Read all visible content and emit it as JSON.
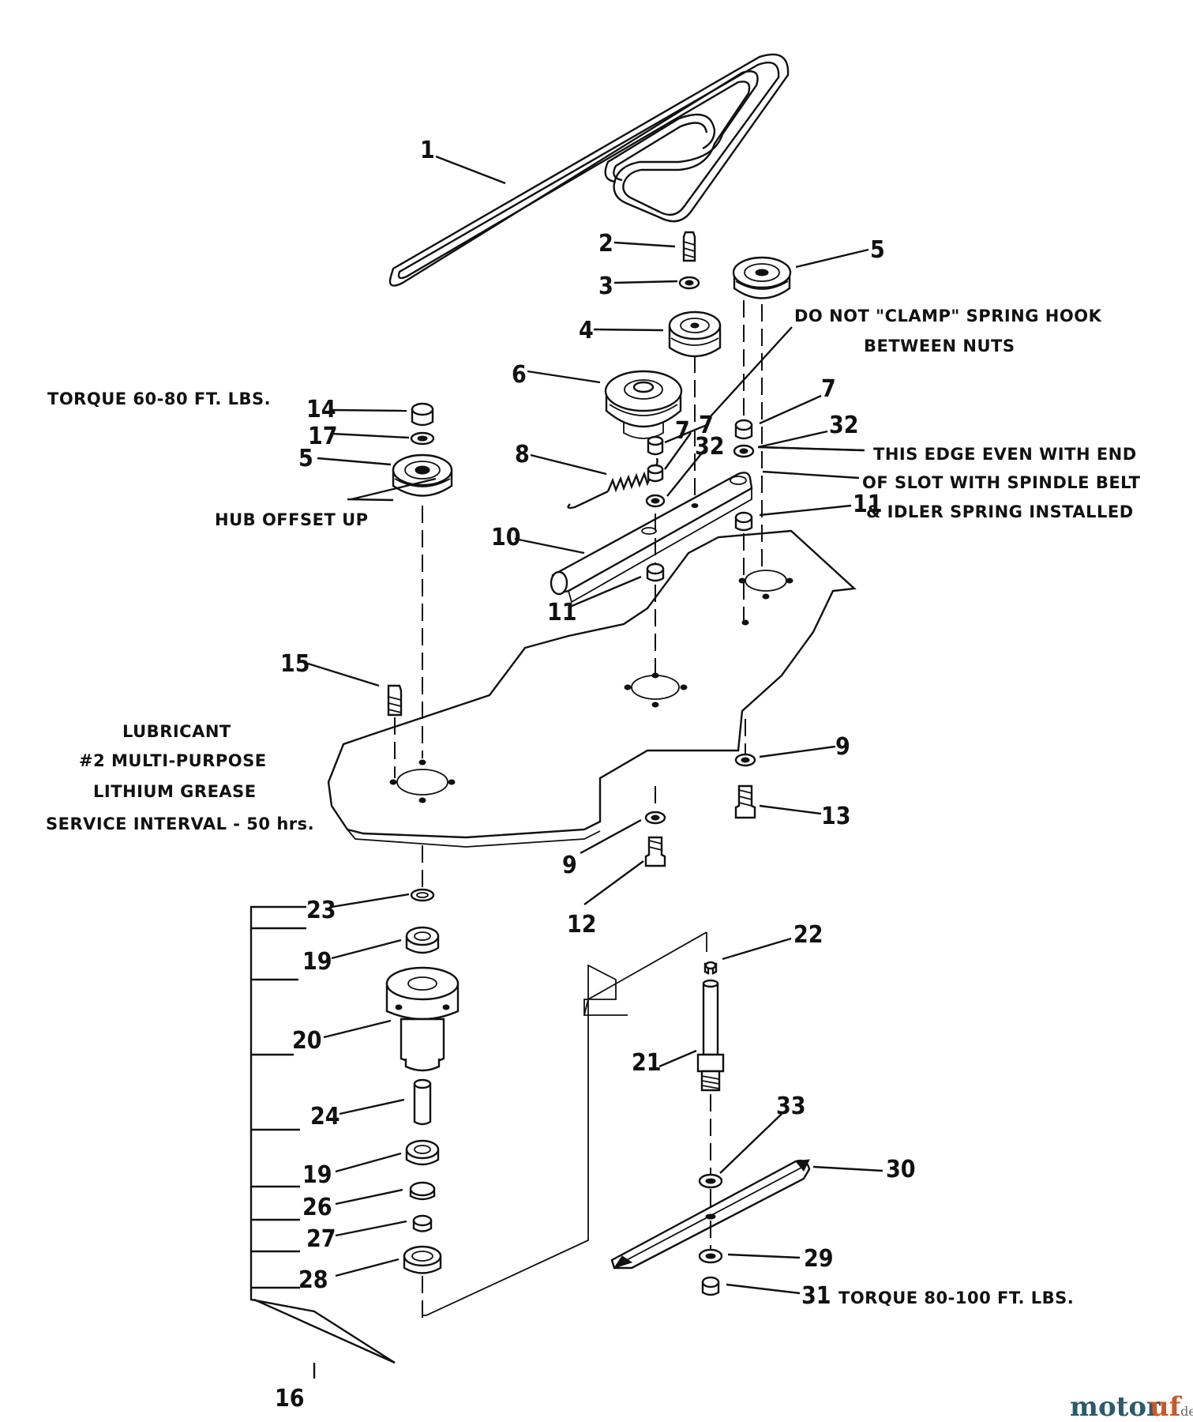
{
  "diagram": {
    "callouts": [
      "1",
      "2",
      "3",
      "4",
      "5",
      "5",
      "6",
      "7",
      "7",
      "7",
      "8",
      "9",
      "9",
      "10",
      "11",
      "11",
      "12",
      "13",
      "14",
      "15",
      "16",
      "17",
      "19",
      "19",
      "20",
      "21",
      "22",
      "23",
      "24",
      "26",
      "27",
      "28",
      "29",
      "30",
      "31",
      "32",
      "32",
      "33"
    ],
    "notes": {
      "torque_top": "TORQUE 60-80 FT. LBS.",
      "hub_offset": "HUB OFFSET UP",
      "clamp_line1": "DO NOT \"CLAMP\" SPRING HOOK",
      "clamp_line2": "BETWEEN NUTS",
      "edge_line1": "THIS EDGE EVEN WITH END",
      "edge_line2": "OF SLOT WITH SPINDLE BELT",
      "edge_line3": "& IDLER SPRING INSTALLED",
      "lube_line1": "LUBRICANT",
      "lube_line2": "#2 MULTI-PURPOSE",
      "lube_line3": "LITHIUM GREASE",
      "lube_line4": "SERVICE INTERVAL - 50 hrs.",
      "torque_bottom": "TORQUE 80-100 FT. LBS."
    }
  },
  "watermark": {
    "part1": "motor",
    "part2": "uf",
    "suffix": ".de"
  }
}
